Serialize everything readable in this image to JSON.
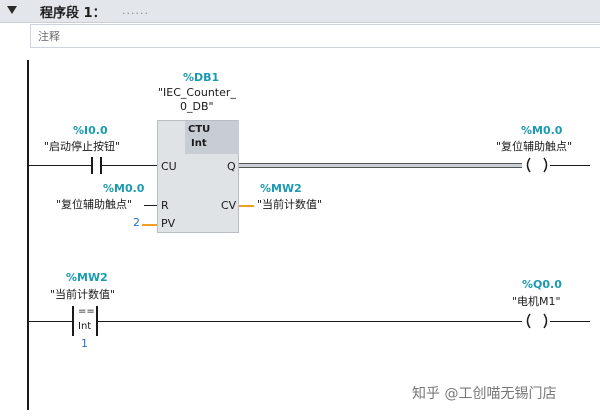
{
  "segment": {
    "title": "程序段 1：",
    "title_suffix": "......",
    "comment_label": "注释"
  },
  "counter_block": {
    "db_address": "%DB1",
    "db_name_line1": "\"IEC_Counter_",
    "db_name_line2": "0_DB\"",
    "type": "CTU",
    "datatype": "Int",
    "pin_cu": "CU",
    "pin_q": "Q",
    "pin_r": "R",
    "pin_cv": "CV",
    "pin_pv": "PV",
    "pv_value": "2"
  },
  "contact_start_stop": {
    "address": "%I0.0",
    "name": "\"启动停止按钮\""
  },
  "reset_input": {
    "address": "%M0.0",
    "name": "\"复位辅助触点\""
  },
  "cv_output": {
    "address": "%MW2",
    "name": "\"当前计数值\""
  },
  "coil_reset_aux": {
    "address": "%M0.0",
    "name": "\"复位辅助触点\""
  },
  "compare": {
    "address": "%MW2",
    "name": "\"当前计数值\"",
    "operator": "==",
    "datatype": "Int",
    "operand2": "1"
  },
  "coil_motor": {
    "address": "%Q0.0",
    "name": "\"电机M1\""
  },
  "watermark": "知乎 @工创喵无锡门店",
  "colors": {
    "address_teal": "#1a9bb0",
    "orange_wire": "#f0a020",
    "header_bg": "#e3e6ea",
    "block_bg": "#dfe3e6"
  }
}
